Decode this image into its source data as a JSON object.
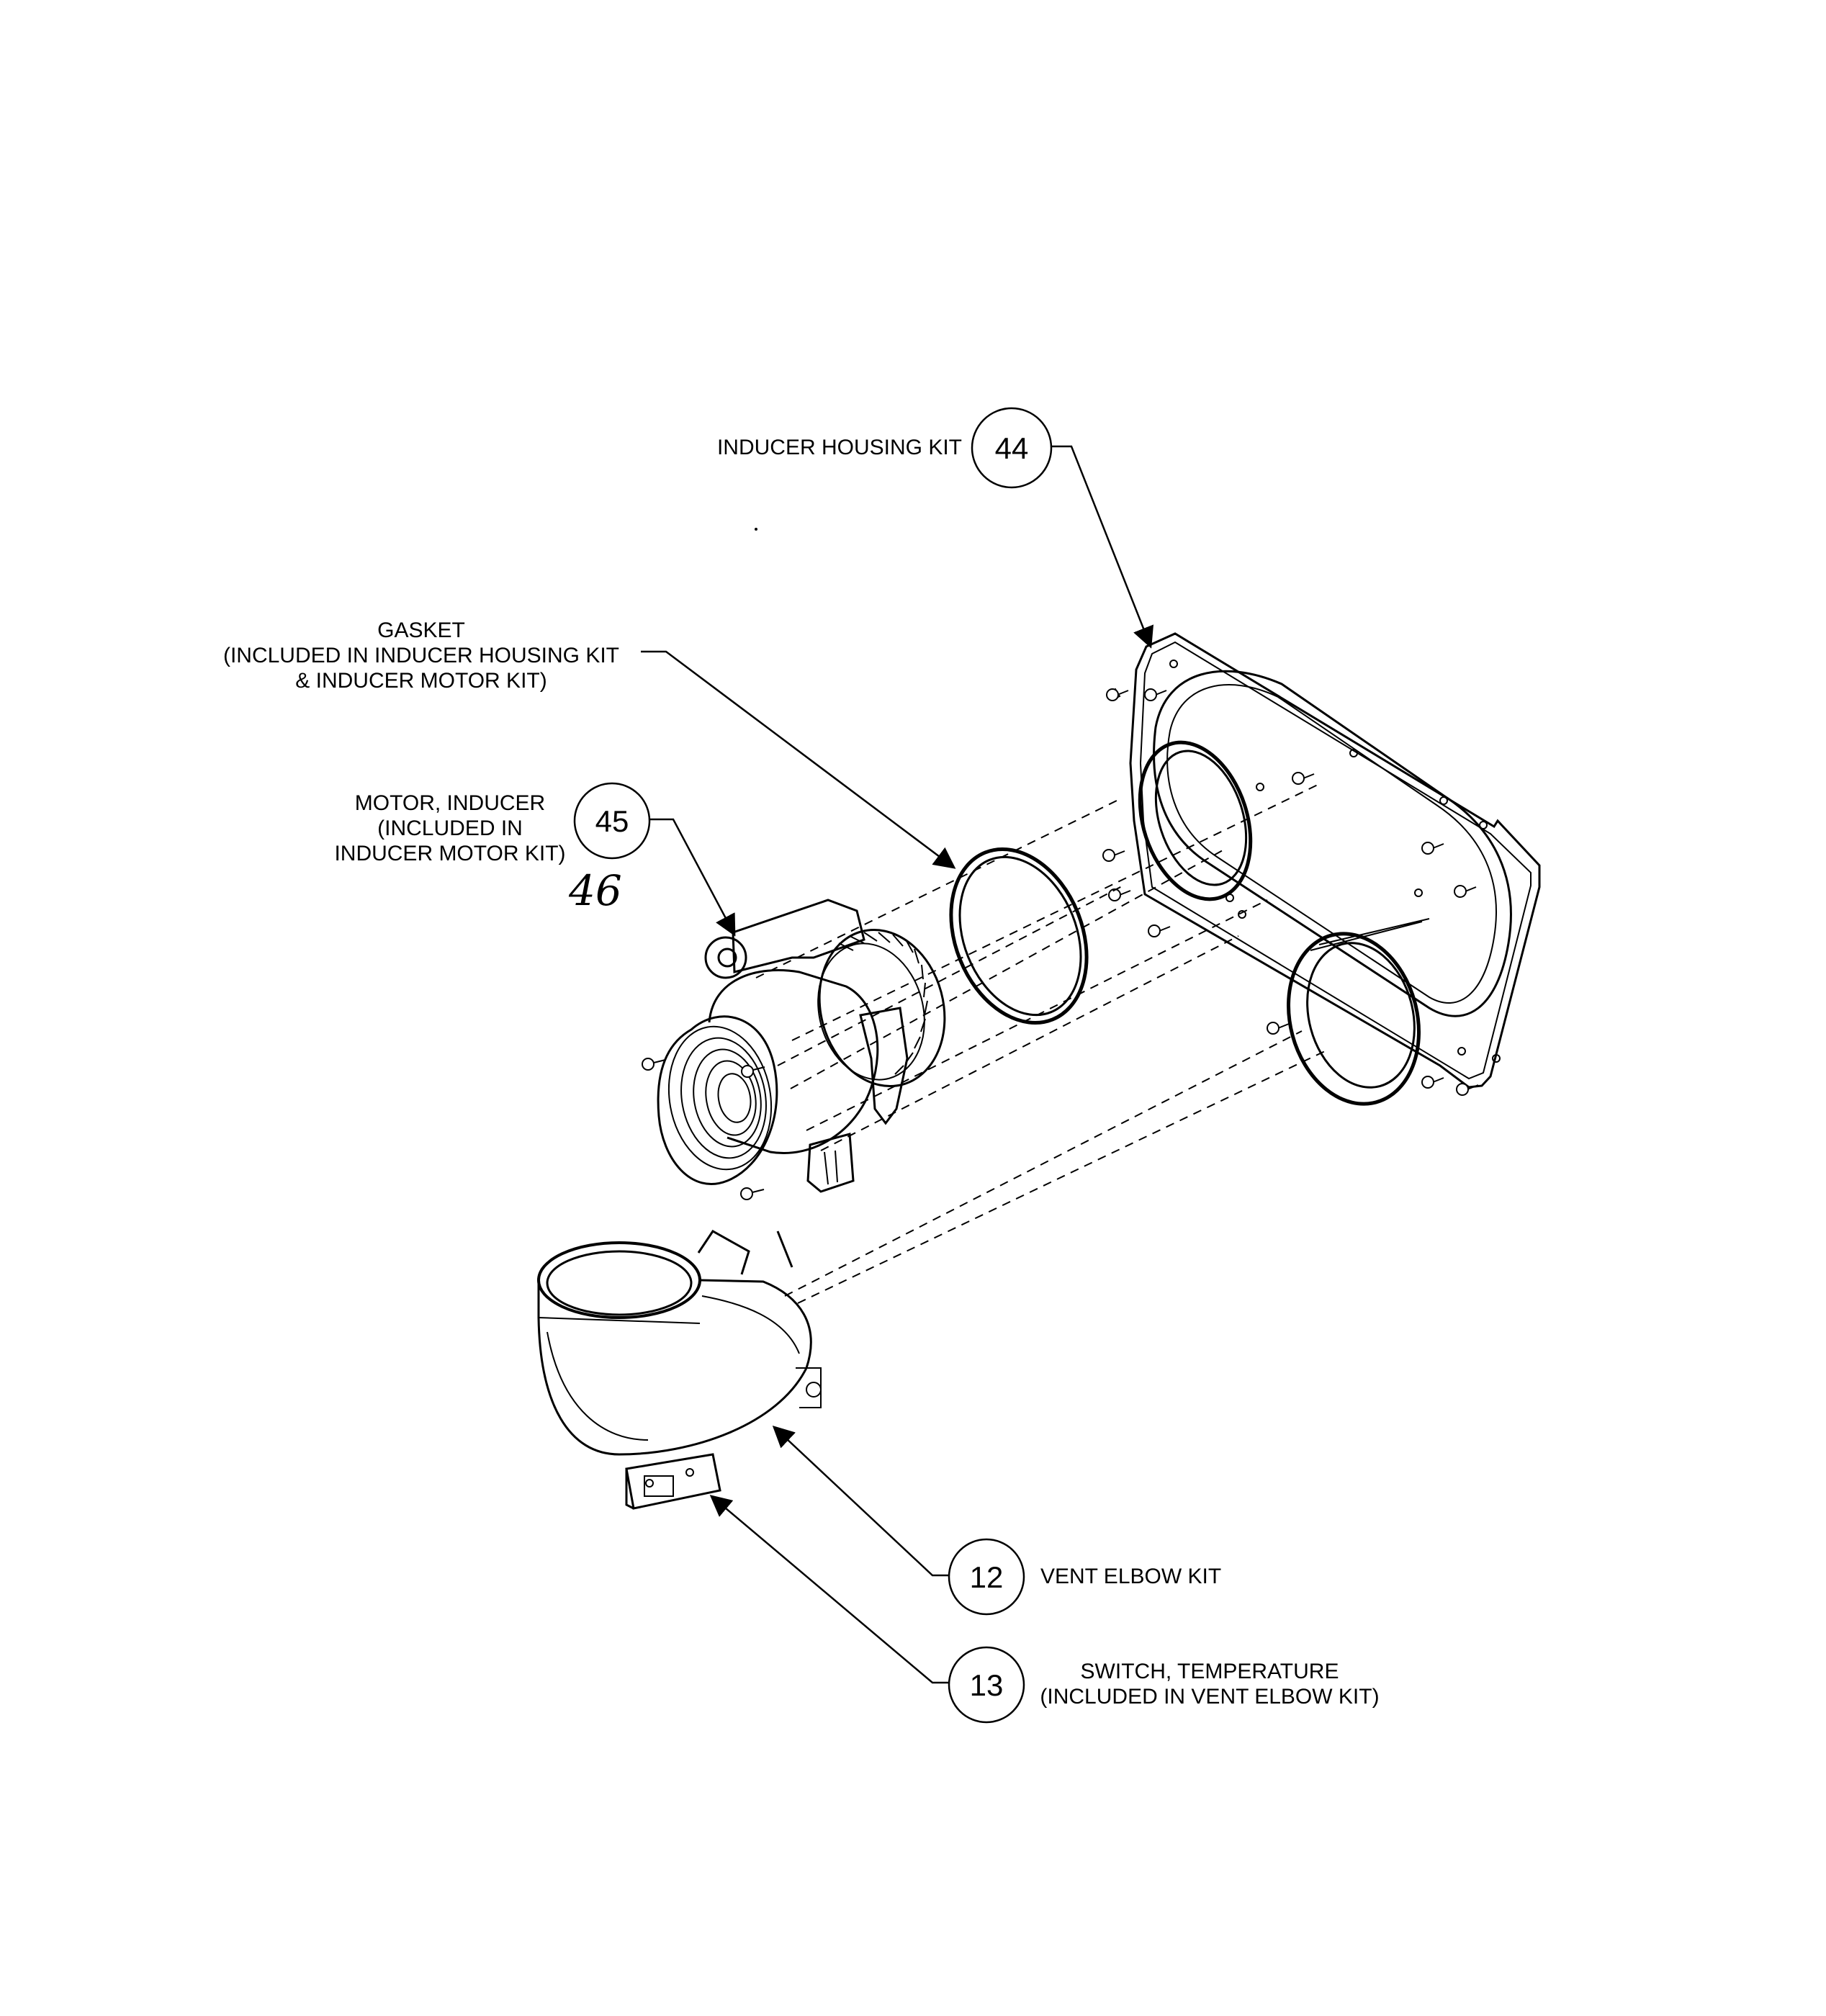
{
  "labels": {
    "inducer_housing_kit": "INDUCER HOUSING KIT",
    "gasket_line1": "GASKET",
    "gasket_line2": "(INCLUDED IN INDUCER HOUSING KIT",
    "gasket_line3": "& INDUCER MOTOR KIT)",
    "motor_line1": "MOTOR, INDUCER",
    "motor_line2": "(INCLUDED IN",
    "motor_line3": "INDUCER MOTOR KIT)",
    "vent_elbow_kit": "VENT ELBOW KIT",
    "switch_line1": "SWITCH, TEMPERATURE",
    "switch_line2": "(INCLUDED IN VENT ELBOW KIT)"
  },
  "callouts": {
    "c44": "44",
    "c45": "45",
    "c12": "12",
    "c13": "13"
  },
  "handwritten_note": "46"
}
